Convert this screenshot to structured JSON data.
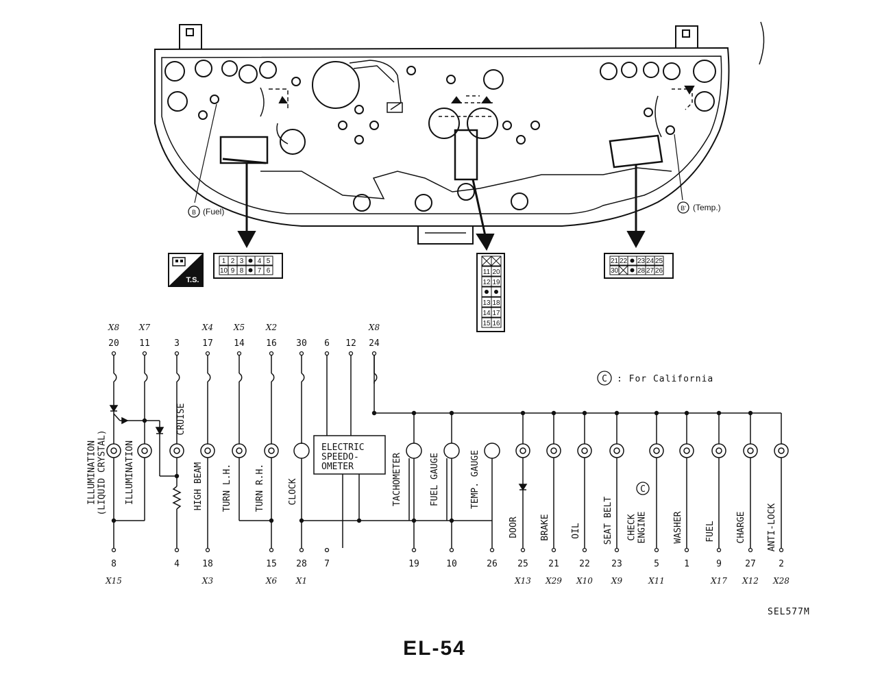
{
  "cluster": {
    "fuel_ref": "B",
    "fuel_label": "(Fuel)",
    "temp_ref": "B'",
    "temp_label": "(Temp.)",
    "ts_mark": "T.S."
  },
  "connectors": {
    "left_top": [
      "1",
      "2",
      "3",
      "",
      "4",
      "5"
    ],
    "left_bottom": [
      "10",
      "9",
      "8",
      "",
      "7",
      "6"
    ],
    "center": [
      [
        "X",
        "X"
      ],
      [
        "11",
        "20"
      ],
      [
        "12",
        "19"
      ],
      [
        "",
        ""
      ],
      [
        "13",
        "18"
      ],
      [
        "14",
        "17"
      ],
      [
        "15",
        "16"
      ]
    ],
    "right_top": [
      "21",
      "22",
      "",
      "23",
      "24",
      "25"
    ],
    "right_bottom": [
      "30",
      "X",
      "",
      "28",
      "27",
      "26"
    ]
  },
  "legend": {
    "symbol": "C",
    "text": ": For California"
  },
  "circuits": [
    {
      "top": "20",
      "top_x": "X8",
      "bottom": "8",
      "bottom_x": "X15",
      "label": "ILLUMINATION\n(LIQUID CRYSTAL)"
    },
    {
      "top": "11",
      "top_x": "X7",
      "label": "ILLUMINATION"
    },
    {
      "top": "3",
      "bottom": "4",
      "label": "CRUISE"
    },
    {
      "top": "17",
      "top_x": "X4",
      "bottom": "18",
      "bottom_x": "X3",
      "label": "HIGH BEAM"
    },
    {
      "top": "14",
      "top_x": "X5",
      "label": "TURN L.H."
    },
    {
      "top": "16",
      "top_x": "X2",
      "bottom": "15",
      "bottom_x": "X6",
      "label": "TURN R.H."
    },
    {
      "top": "30",
      "bottom": "28",
      "bottom_x": "X1",
      "label": "CLOCK"
    },
    {
      "top": "6",
      "bottom": "7",
      "label": "ELECTRIC\nSPEEDO-\nOMETER"
    },
    {
      "top": "12"
    },
    {
      "top": "24",
      "top_x": "X8"
    },
    {
      "bottom": "19",
      "label": "TACHOMETER"
    },
    {
      "bottom": "10",
      "label": "FUEL GAUGE"
    },
    {
      "bottom": "26",
      "label": "TEMP. GAUGE"
    },
    {
      "bottom": "25",
      "bottom_x": "X13",
      "label": "DOOR"
    },
    {
      "bottom": "21",
      "bottom_x": "X29",
      "label": "BRAKE"
    },
    {
      "bottom": "22",
      "bottom_x": "X10",
      "label": "OIL"
    },
    {
      "bottom": "23",
      "bottom_x": "X9",
      "label": "SEAT BELT"
    },
    {
      "bottom": "5",
      "bottom_x": "X11",
      "label": "CHECK\nENGINE"
    },
    {
      "bottom": "1",
      "label": "WASHER"
    },
    {
      "bottom": "9",
      "bottom_x": "X17",
      "label": "FUEL"
    },
    {
      "bottom": "27",
      "bottom_x": "X12",
      "label": "CHARGE"
    },
    {
      "bottom": "2",
      "bottom_x": "X28",
      "label": "ANTI-LOCK"
    }
  ],
  "check_engine_mark": "C",
  "figure_code": "SEL577M",
  "page_number": "EL-54"
}
